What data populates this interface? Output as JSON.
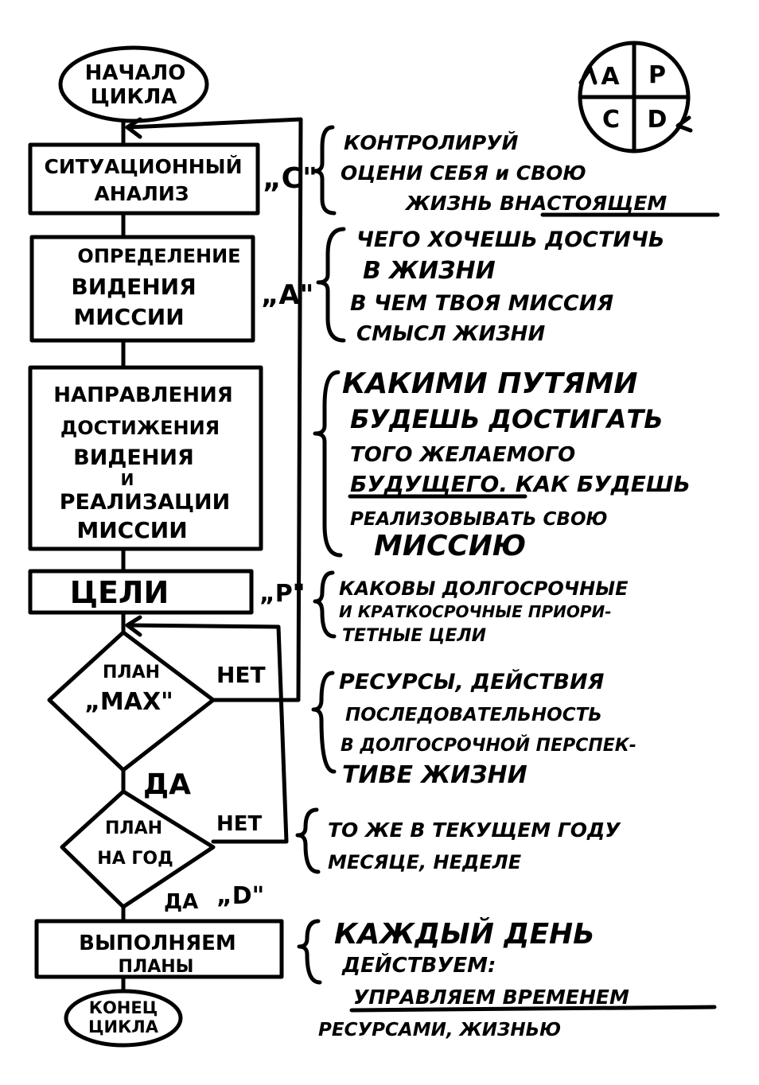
{
  "start": [
    "НАЧАЛО",
    "ЦИКЛА"
  ],
  "end": [
    "КОНЕЦ",
    "ЦИКЛА"
  ],
  "pdca": {
    "a": "A",
    "p": "P",
    "c": "C",
    "d": "D"
  },
  "steps": {
    "situation": [
      "СИТУАЦИОННЫЙ",
      "АНАЛИЗ"
    ],
    "vision": [
      "ОПРЕДЕЛЕНИЕ",
      "ВИДЕНИЯ",
      "МИССИИ"
    ],
    "directions": [
      "НАПРАВЛЕНИЯ",
      "ДОСТИЖЕНИЯ",
      "ВИДЕНИЯ",
      "И",
      "РЕАЛИЗАЦИИ",
      "МИССИИ"
    ],
    "goals": [
      "ЦЕЛИ"
    ],
    "plan_max": [
      "ПЛАН",
      "„MAX\""
    ],
    "plan_year": [
      "ПЛАН",
      "НА ГОД"
    ],
    "execute": [
      "ВЫПОЛНЯЕМ",
      "ПЛАНЫ"
    ]
  },
  "phase_labels": {
    "c": "„C\"",
    "a": "„A\"",
    "p": "„P\"",
    "d": "„D\""
  },
  "branch": {
    "no1": "НЕТ",
    "yes1": "ДА",
    "no2": "НЕТ",
    "yes2": "ДА"
  },
  "notes": {
    "c": [
      "КОНТРОЛИРУЙ",
      "ОЦЕНИ СЕБЯ и СВОЮ",
      "ЖИЗНЬ ВНАСТОЯЩЕМ"
    ],
    "a": [
      "ЧЕГО ХОЧЕШЬ ДОСТИЧЬ",
      "В ЖИЗНИ",
      "В ЧЕМ ТВОЯ МИССИЯ",
      "СМЫСЛ ЖИЗНИ"
    ],
    "directions": [
      "КАКИМИ ПУТЯМИ",
      "БУДЕШЬ ДОСТИГАТЬ",
      "ТОГО ЖЕЛАЕМОГО",
      "БУДУЩЕГО. КАК БУДЕШЬ",
      "РЕАЛИЗОВЫВАТЬ СВОЮ",
      "МИССИЮ"
    ],
    "p": [
      "КАКОВЫ ДОЛГОСРОЧНЫЕ",
      "И КРАТКОСРОЧНЫЕ ПРИОРИ-",
      "ТЕТНЫЕ ЦЕЛИ"
    ],
    "max": [
      "РЕСУРСЫ, ДЕЙСТВИЯ",
      "ПОСЛЕДОВАТЕЛЬНОСТЬ",
      "В ДОЛГОСРОЧНОЙ ПЕРСПЕК-",
      "ТИВЕ ЖИЗНИ"
    ],
    "year": [
      "ТО ЖЕ В ТЕКУЩЕМ ГОДУ",
      "МЕСЯЦЕ, НЕДЕЛЕ"
    ],
    "d": [
      "КАЖДЫЙ ДЕНЬ",
      "ДЕЙСТВУЕМ:",
      "УПРАВЛЯЕМ ВРЕМЕНЕМ",
      "РЕСУРСАМИ, ЖИЗНЬЮ"
    ]
  }
}
